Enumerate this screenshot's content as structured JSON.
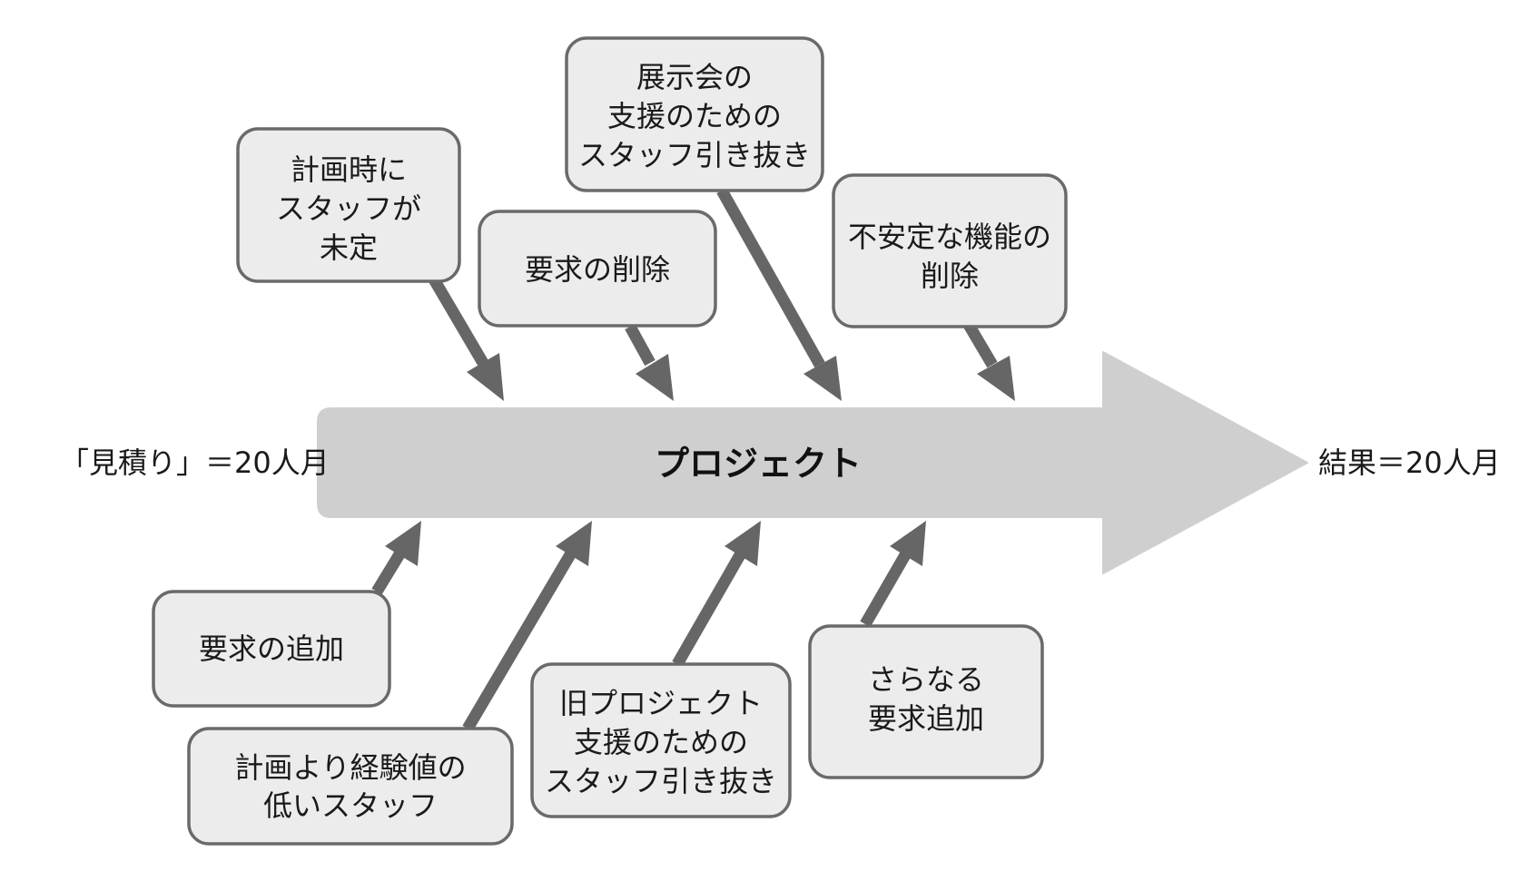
{
  "start_label": "「見積り」＝20人月",
  "end_label": "結果＝20人月",
  "spine_label": "プロジェクト",
  "colors": {
    "spine": "#cfcfcf",
    "box_fill": "#ececec",
    "box_border": "#6a6a6a",
    "arrow": "#666666"
  },
  "causes_top": [
    {
      "lines": [
        "計画時に",
        "スタッフが",
        "未定"
      ]
    },
    {
      "lines": [
        "要求の削除"
      ]
    },
    {
      "lines": [
        "展示会の",
        "支援のための",
        "スタッフ引き抜き"
      ]
    },
    {
      "lines": [
        "不安定な機能の",
        "削除"
      ]
    }
  ],
  "causes_bottom": [
    {
      "lines": [
        "要求の追加"
      ]
    },
    {
      "lines": [
        "計画より経験値の",
        "低いスタッフ"
      ]
    },
    {
      "lines": [
        "旧プロジェクト",
        "支援のための",
        "スタッフ引き抜き"
      ]
    },
    {
      "lines": [
        "さらなる",
        "要求追加"
      ]
    }
  ]
}
